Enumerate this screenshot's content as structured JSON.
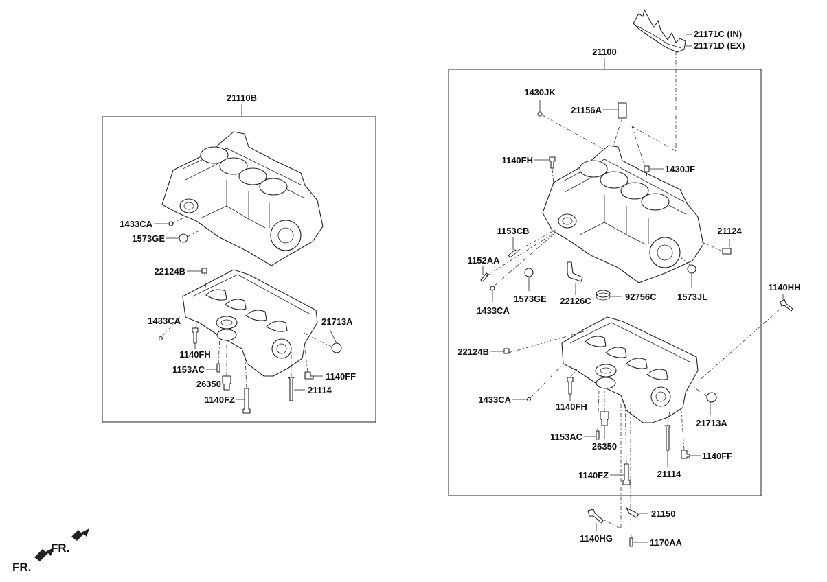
{
  "front_indicator": {
    "left": "FR.",
    "right": "FR."
  },
  "left_assembly": {
    "title": "21110B",
    "labels": [
      "1433CA",
      "1573GE",
      "22124B",
      "1433CA",
      "21713A",
      "1140FH",
      "1153AC",
      "26350",
      "1140FF",
      "21114",
      "1140FZ"
    ]
  },
  "right_assembly": {
    "title": "21100",
    "gasket_in": "21171C (IN)",
    "gasket_ex": "21171D (EX)",
    "labels": [
      "1430JK",
      "21156A",
      "1140FH",
      "1430JF",
      "1153CB",
      "21124",
      "1152AA",
      "1573GE",
      "22126C",
      "92756C",
      "1573JL",
      "1433CA",
      "1140HH",
      "22124B",
      "1433CA",
      "1140FH",
      "21713A",
      "1153AC",
      "26350",
      "1140FF",
      "21114",
      "1140FZ",
      "21150",
      "1140HG",
      "1170AA"
    ]
  }
}
